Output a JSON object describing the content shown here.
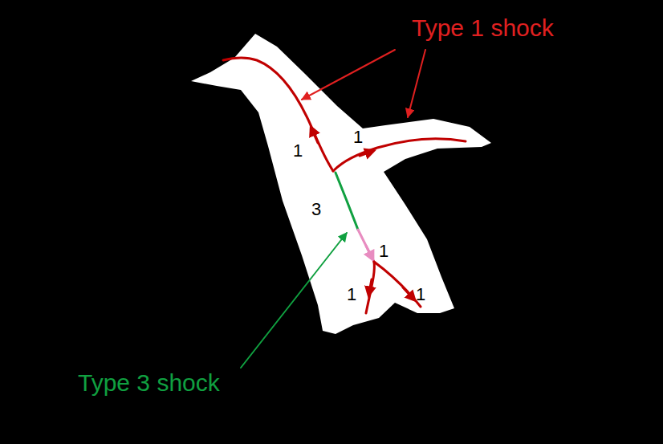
{
  "diagram": {
    "labels": [
      "Type 1 shock",
      "1",
      "1",
      "3",
      "1",
      "1",
      "1",
      "Type 3 shock"
    ]
  }
}
